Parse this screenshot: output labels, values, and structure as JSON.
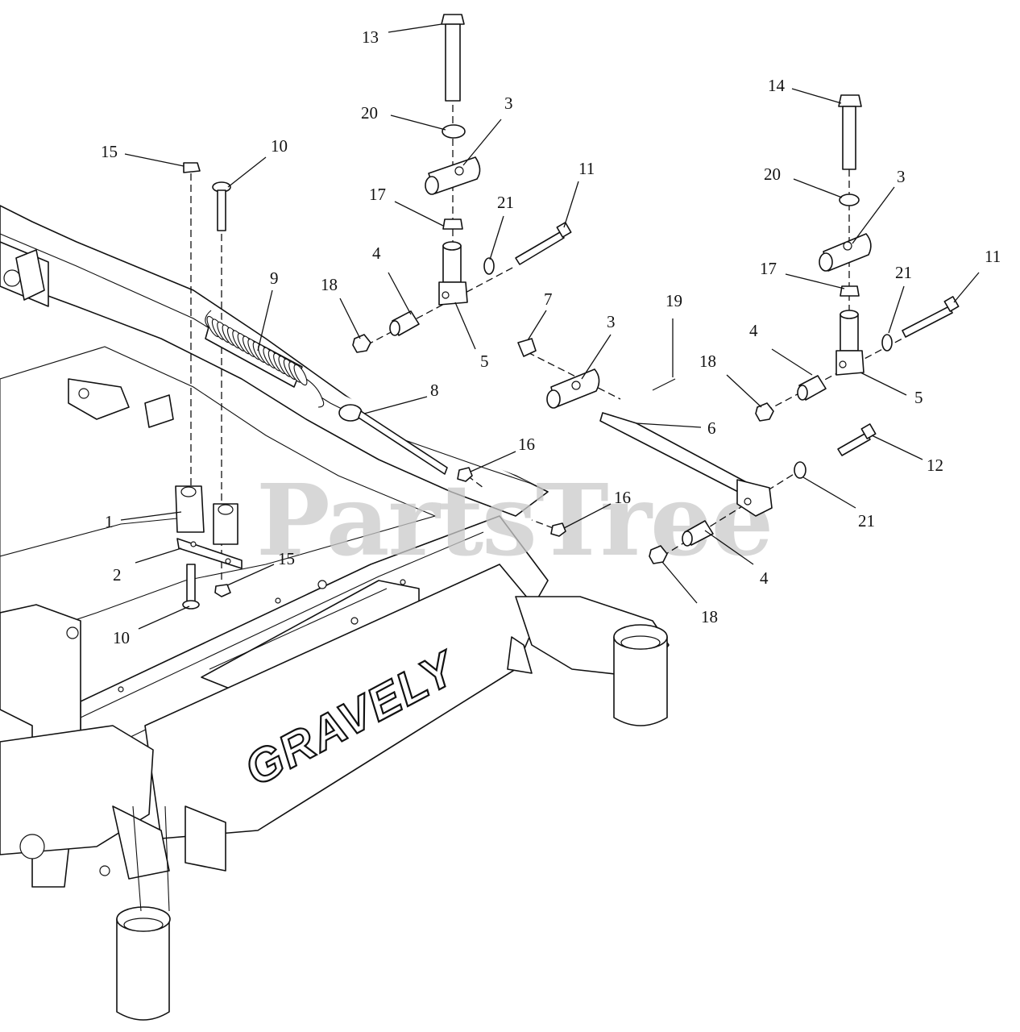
{
  "watermark": "PartsTree",
  "brand_text": "GRAVELY",
  "callouts": [
    {
      "id": "c13",
      "text": "13"
    },
    {
      "id": "c20a",
      "text": "20"
    },
    {
      "id": "c3a",
      "text": "3"
    },
    {
      "id": "c14",
      "text": "14"
    },
    {
      "id": "c15a",
      "text": "15"
    },
    {
      "id": "c10a",
      "text": "10"
    },
    {
      "id": "c17a",
      "text": "17"
    },
    {
      "id": "c21a",
      "text": "21"
    },
    {
      "id": "c11a",
      "text": "11"
    },
    {
      "id": "c20b",
      "text": "20"
    },
    {
      "id": "c3b",
      "text": "3"
    },
    {
      "id": "c11b",
      "text": "11"
    },
    {
      "id": "c4a",
      "text": "4"
    },
    {
      "id": "c18a",
      "text": "18"
    },
    {
      "id": "c9",
      "text": "9"
    },
    {
      "id": "c5a",
      "text": "5"
    },
    {
      "id": "c17b",
      "text": "17"
    },
    {
      "id": "c21b",
      "text": "21"
    },
    {
      "id": "c7",
      "text": "7"
    },
    {
      "id": "c19",
      "text": "19"
    },
    {
      "id": "c3c",
      "text": "3"
    },
    {
      "id": "c4b",
      "text": "4"
    },
    {
      "id": "c18b",
      "text": "18"
    },
    {
      "id": "c5b",
      "text": "5"
    },
    {
      "id": "c8",
      "text": "8"
    },
    {
      "id": "c6",
      "text": "6"
    },
    {
      "id": "c16a",
      "text": "16"
    },
    {
      "id": "c12",
      "text": "12"
    },
    {
      "id": "c1",
      "text": "1"
    },
    {
      "id": "c16b",
      "text": "16"
    },
    {
      "id": "c21c",
      "text": "21"
    },
    {
      "id": "c2",
      "text": "2"
    },
    {
      "id": "c15b",
      "text": "15"
    },
    {
      "id": "c4c",
      "text": "4"
    },
    {
      "id": "c10b",
      "text": "10"
    },
    {
      "id": "c18c",
      "text": "18"
    }
  ]
}
